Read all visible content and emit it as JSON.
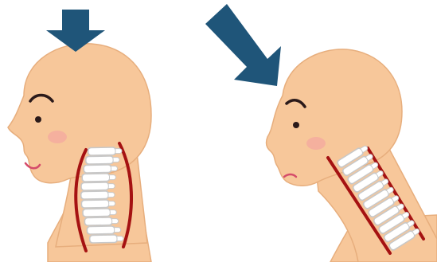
{
  "colors": {
    "skin": "#f7c79a",
    "skin_outline": "#e7ae7d",
    "blush": "#f4a6a0",
    "arrow": "#1f5579",
    "spine_outline": "#a51212",
    "vertebra": "#ffffff",
    "vertebra_shadow": "#c8c8c8",
    "features": "#2b1a1a",
    "mouth": "#d54b6a"
  },
  "figures": [
    {
      "posture": "upright",
      "arrow_direction": "down",
      "expression": "smile",
      "vertebrae": 11
    },
    {
      "posture": "forward-head",
      "arrow_direction": "down-right",
      "expression": "frown",
      "vertebrae": 11
    }
  ]
}
